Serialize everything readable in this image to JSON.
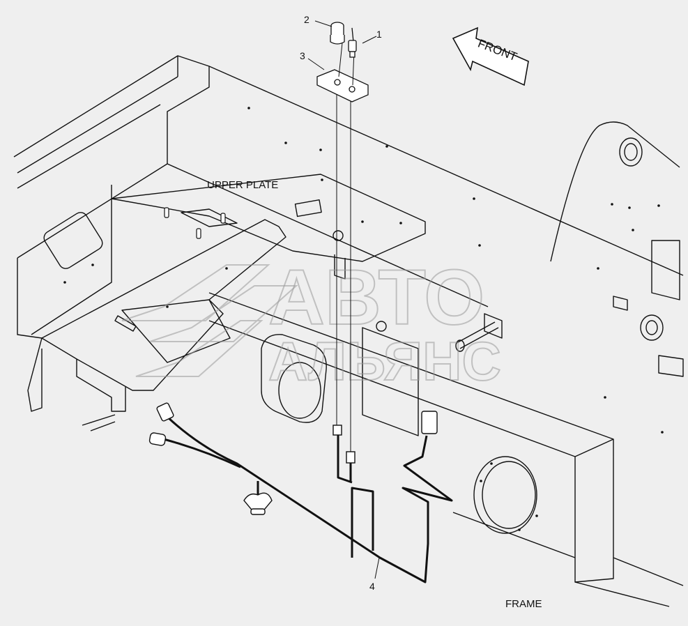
{
  "diagram": {
    "callouts": [
      {
        "num": "1",
        "name": "toggle-switch"
      },
      {
        "num": "2",
        "name": "rotary-switch"
      },
      {
        "num": "3",
        "name": "mounting-plate"
      },
      {
        "num": "4",
        "name": "wiring-harness"
      }
    ],
    "labels": {
      "upper_plate": "UPPER PLATE",
      "frame": "FRAME",
      "front": "FRONT"
    },
    "watermark": {
      "line1": "АВТО",
      "line2": "АЛЬЯНС"
    },
    "colors": {
      "background": "#efefef",
      "line": "#111111",
      "watermark": "#9a9a9a"
    }
  }
}
